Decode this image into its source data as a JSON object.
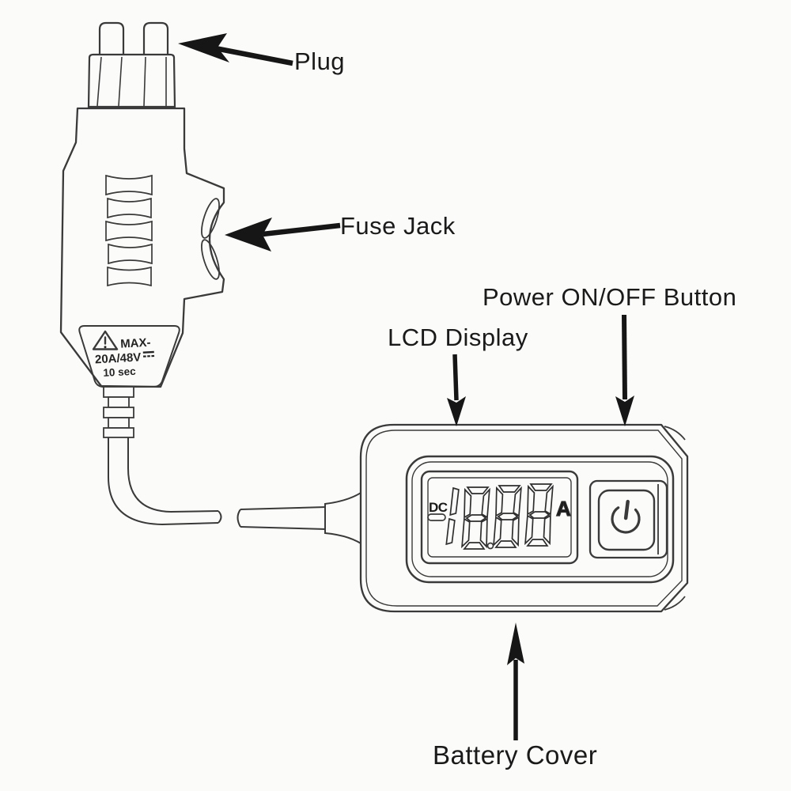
{
  "page": {
    "background": "#fbfbfa",
    "ink": "#3a3a3a",
    "text_color": "#1a1a1a",
    "description": "Line-art instruction diagram of an automotive fuse-socket current tester"
  },
  "callouts": {
    "plug": "Plug",
    "fuse_jack": "Fuse Jack",
    "lcd_display": "LCD Display",
    "power_button": "Power ON/OFF Button",
    "battery_cover": "Battery Cover"
  },
  "warning_label": {
    "max": "MAX-",
    "rating": "20A/48V",
    "rating_suffix_icon": "dc-voltage-symbol",
    "duration": "10 sec"
  },
  "lcd": {
    "mode": "DC",
    "minus_indicator": "-",
    "reading": "1888",
    "decimal_point": ".",
    "unit": "A"
  },
  "icons": {
    "power": "power-icon",
    "warning": "warning-triangle-icon"
  }
}
